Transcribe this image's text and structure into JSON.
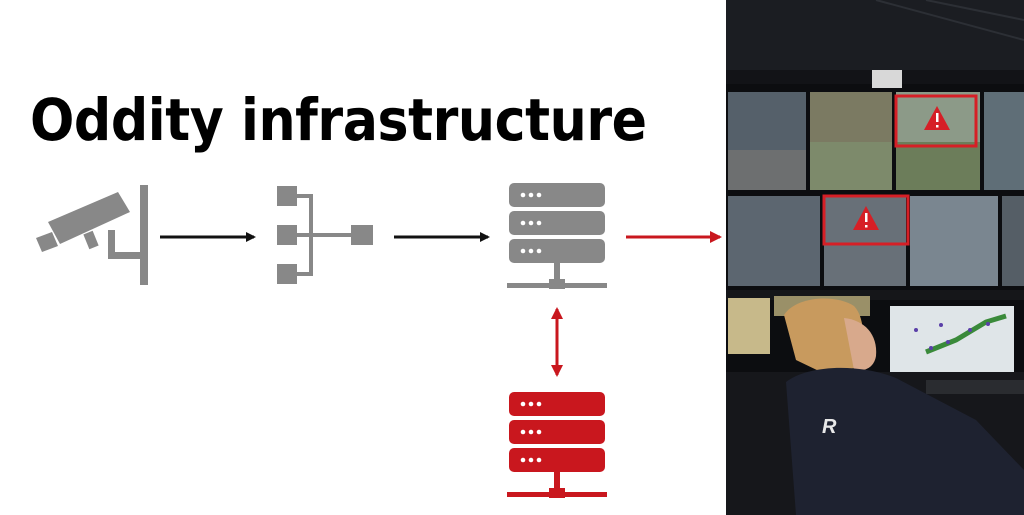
{
  "title": "Oddity infrastructure",
  "nodes": [
    {
      "name": "camera",
      "icon": "cctv-camera-icon"
    },
    {
      "name": "aggregator",
      "icon": "network-hub-icon"
    },
    {
      "name": "server",
      "icon": "server-rack-icon"
    },
    {
      "name": "oddity-server",
      "icon": "server-rack-icon"
    }
  ],
  "photo": {
    "subject": "control room video wall with alerts",
    "alert_icon": "warning-triangle-icon",
    "sign_text": ""
  },
  "colors": {
    "accent": "#c9171e",
    "grey": "#888888",
    "arrow_black": "#111111",
    "background": "#ffffff"
  }
}
